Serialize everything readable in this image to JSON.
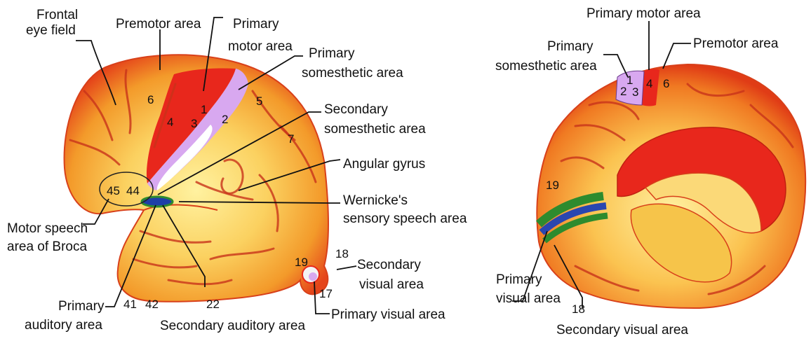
{
  "lateral_view": {
    "labels": {
      "frontal_eye_field": [
        "Frontal",
        "eye field"
      ],
      "premotor_area": "Premotor area",
      "primary_motor_area": [
        "Primary",
        "motor area"
      ],
      "primary_somesthetic_area": [
        "Primary",
        "somesthetic area"
      ],
      "secondary_somesthetic_area": [
        "Secondary",
        "somesthetic area"
      ],
      "angular_gyrus": "Angular gyrus",
      "wernickes_area": [
        "Wernicke's",
        "sensory speech area"
      ],
      "motor_speech_area": [
        "Motor speech",
        "area of Broca"
      ],
      "primary_auditory_area": [
        "Primary",
        "auditory area"
      ],
      "secondary_auditory_area": "Secondary auditory area",
      "secondary_visual_area": [
        "Secondary",
        "visual area"
      ],
      "primary_visual_area": "Primary visual area"
    },
    "area_numbers": {
      "n6": "6",
      "n4": "4",
      "n3": "3",
      "n1": "1",
      "n2": "2",
      "n5": "5",
      "n7": "7",
      "n45": "45",
      "n44": "44",
      "n41": "41",
      "n42": "42",
      "n22": "22",
      "n19": "19",
      "n18": "18",
      "n17": "17"
    }
  },
  "medial_view": {
    "labels": {
      "primary_motor_area": "Primary motor area",
      "primary_somesthetic_area": [
        "Primary",
        "somesthetic area"
      ],
      "premotor_area": "Premotor area",
      "primary_visual_area": [
        "Primary",
        "visual area"
      ],
      "secondary_visual_area": "Secondary visual area"
    },
    "area_numbers": {
      "n2": "2",
      "n1": "1",
      "n3": "3",
      "n4": "4",
      "n6": "6",
      "n19": "19",
      "n18": "18"
    }
  },
  "colors": {
    "background": "#ffffff",
    "cortex_base": "#fbd160",
    "cortex_edge": "#e8561c",
    "motor_area": "#e8271c",
    "somesthetic_area": "#d8a8f0",
    "auditory_area": "#1f3fa8",
    "visual_green": "#2e8b2e",
    "visual_blue": "#2a46b0"
  }
}
